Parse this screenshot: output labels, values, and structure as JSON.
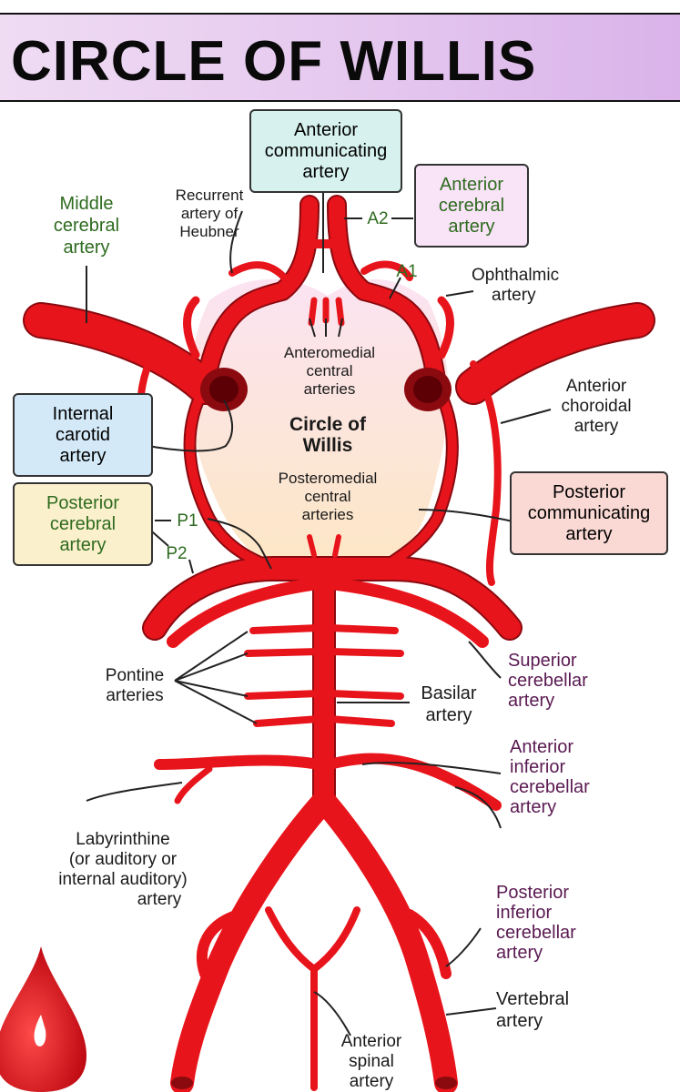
{
  "title": "CIRCLE OF WILLIS",
  "center": {
    "name_line1": "Circle of",
    "name_line2": "Willis"
  },
  "boxes": {
    "anterior_communicating": [
      "Anterior",
      "communicating",
      "artery"
    ],
    "anterior_cerebral": [
      "Anterior",
      "cerebral",
      "artery"
    ],
    "internal_carotid": [
      "Internal",
      "carotid",
      "artery"
    ],
    "posterior_cerebral": [
      "Posterior",
      "cerebral",
      "artery"
    ],
    "posterior_communicating": [
      "Posterior",
      "communicating",
      "artery"
    ]
  },
  "labels": {
    "middle_cerebral": [
      "Middle",
      "cerebral",
      "artery"
    ],
    "recurrent_heubner": [
      "Recurrent",
      "artery of",
      "Heubner"
    ],
    "a2": "A2",
    "a1": "A1",
    "p1": "P1",
    "p2": "P2",
    "ophthalmic": [
      "Ophthalmic",
      "artery"
    ],
    "anteromedial": [
      "Anteromedial",
      "central",
      "arteries"
    ],
    "anterior_choroidal": [
      "Anterior",
      "choroidal",
      "artery"
    ],
    "posteromedial": [
      "Posteromedial",
      "central",
      "arteries"
    ],
    "pontine": [
      "Pontine",
      "arteries"
    ],
    "basilar": [
      "Basilar",
      "artery"
    ],
    "superior_cerebellar": [
      "Superior",
      "cerebellar",
      "artery"
    ],
    "anterior_inferior_cerebellar": [
      "Anterior",
      "inferior",
      "cerebellar",
      "artery"
    ],
    "labyrinthine": [
      "Labyrinthine",
      "(or auditory or",
      "internal auditory)",
      "artery"
    ],
    "posterior_inferior_cerebellar": [
      "Posterior",
      "inferior",
      "cerebellar",
      "artery"
    ],
    "vertebral": [
      "Vertebral",
      "artery"
    ],
    "anterior_spinal": [
      "Anterior",
      "spinal",
      "artery"
    ]
  },
  "colors": {
    "artery": "#e8141b",
    "artery_dark": "#8b0a10",
    "text_green": "#2e6b1f",
    "text_purple": "#5a1a52",
    "box_anterior_communicating": "#d7f2ee",
    "box_anterior_cerebral": "#f9e3f7",
    "box_internal_carotid": "#d3e9f8",
    "box_posterior_cerebral": "#fbf0cc",
    "box_posterior_communicating": "#fad9d4"
  },
  "icons": [
    "blood-drop-icon"
  ]
}
